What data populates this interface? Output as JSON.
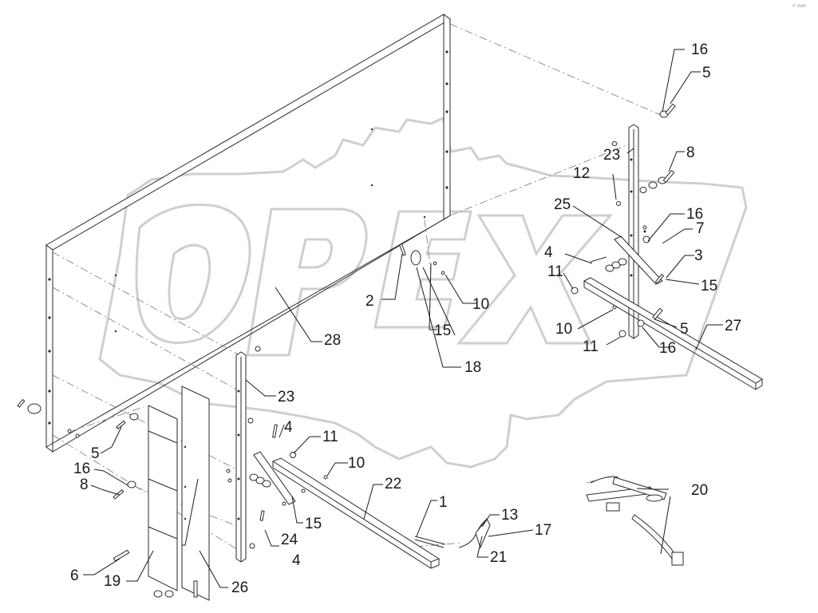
{
  "watermark": {
    "text": "OPEX",
    "kind": "logo"
  },
  "corner_mark": "↗ ooo",
  "callouts": [
    {
      "id": "c16a",
      "label": "16"
    },
    {
      "id": "c5a",
      "label": "5"
    },
    {
      "id": "c8a",
      "label": "8"
    },
    {
      "id": "c23a",
      "label": "23"
    },
    {
      "id": "c12",
      "label": "12"
    },
    {
      "id": "c25",
      "label": "25"
    },
    {
      "id": "c16b",
      "label": "16"
    },
    {
      "id": "c7",
      "label": "7"
    },
    {
      "id": "c4a",
      "label": "4"
    },
    {
      "id": "c3",
      "label": "3"
    },
    {
      "id": "c11a",
      "label": "11"
    },
    {
      "id": "c15a",
      "label": "15"
    },
    {
      "id": "c10a",
      "label": "10"
    },
    {
      "id": "c2",
      "label": "2"
    },
    {
      "id": "c15b",
      "label": "15"
    },
    {
      "id": "c10b",
      "label": "10"
    },
    {
      "id": "c5b",
      "label": "5"
    },
    {
      "id": "c27",
      "label": "27"
    },
    {
      "id": "c11b",
      "label": "11"
    },
    {
      "id": "c16c",
      "label": "16"
    },
    {
      "id": "c28",
      "label": "28"
    },
    {
      "id": "c18",
      "label": "18"
    },
    {
      "id": "c23b",
      "label": "23"
    },
    {
      "id": "c4b",
      "label": "4"
    },
    {
      "id": "c11c",
      "label": "11"
    },
    {
      "id": "c10c",
      "label": "10"
    },
    {
      "id": "c5c",
      "label": "5"
    },
    {
      "id": "c16d",
      "label": "16"
    },
    {
      "id": "c8b",
      "label": "8"
    },
    {
      "id": "c22",
      "label": "22"
    },
    {
      "id": "c1",
      "label": "1"
    },
    {
      "id": "c20",
      "label": "20"
    },
    {
      "id": "c13",
      "label": "13"
    },
    {
      "id": "c17",
      "label": "17"
    },
    {
      "id": "c15c",
      "label": "15"
    },
    {
      "id": "c24",
      "label": "24"
    },
    {
      "id": "c4c",
      "label": "4"
    },
    {
      "id": "c21",
      "label": "21"
    },
    {
      "id": "c6",
      "label": "6"
    },
    {
      "id": "c19",
      "label": "19"
    },
    {
      "id": "c26",
      "label": "26"
    }
  ]
}
